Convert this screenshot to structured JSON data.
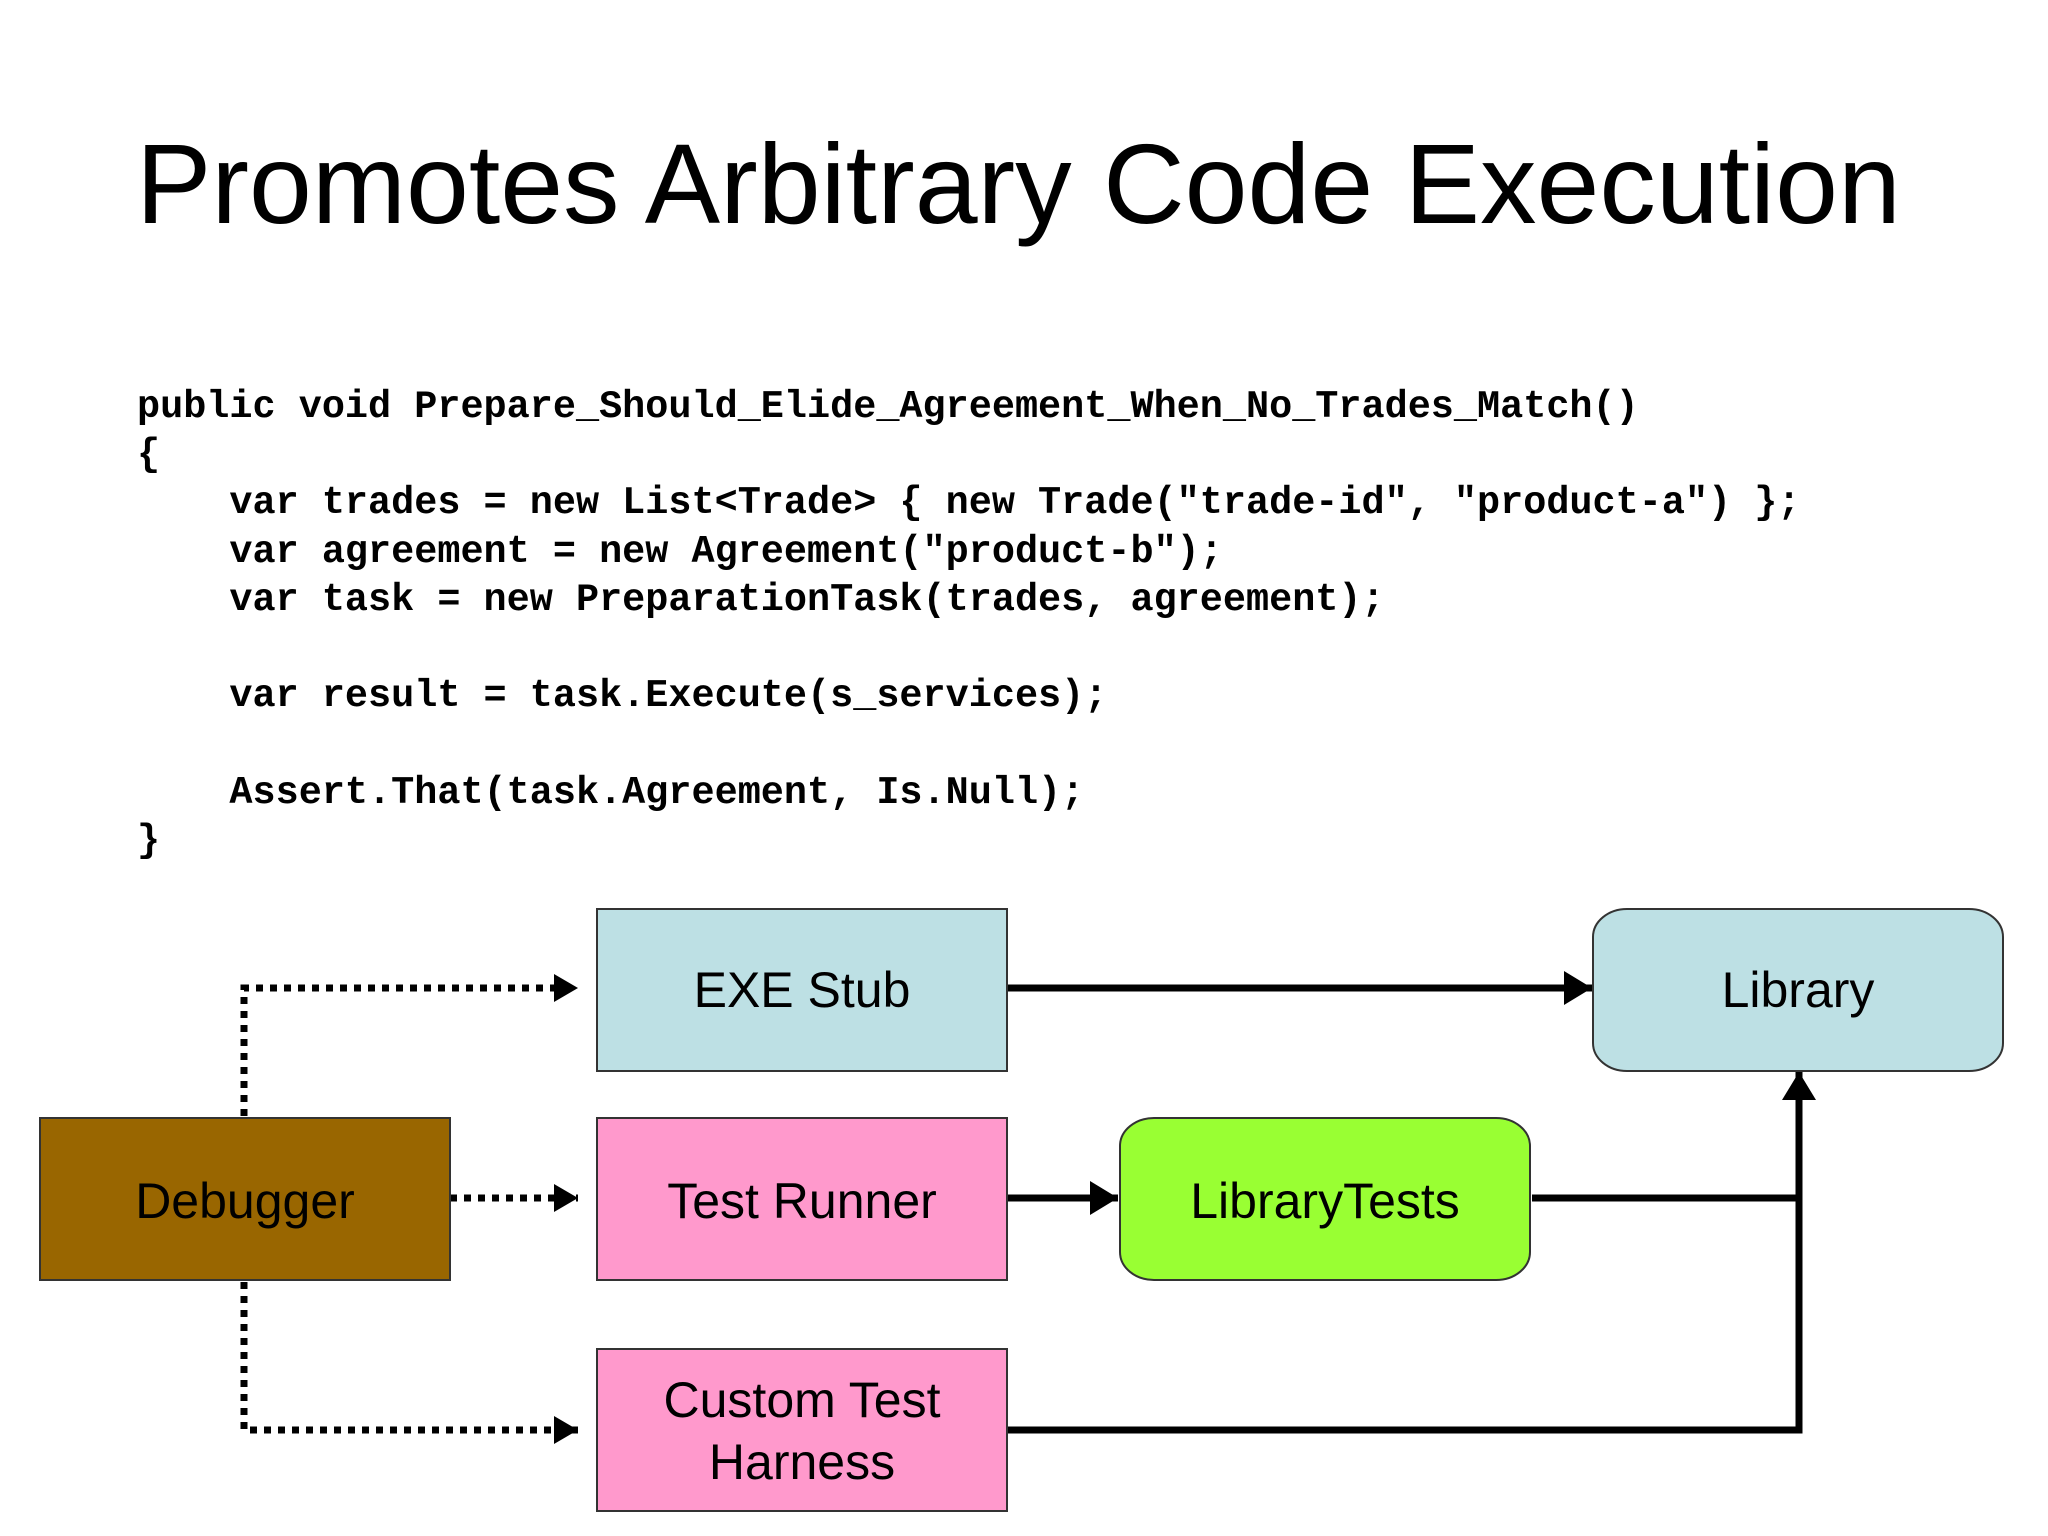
{
  "slide": {
    "title": "Promotes Arbitrary Code Execution"
  },
  "code": {
    "lines": [
      "public void Prepare_Should_Elide_Agreement_When_No_Trades_Match()",
      "{",
      "    var trades = new List<Trade> { new Trade(\"trade-id\", \"product-a\") };",
      "    var agreement = new Agreement(\"product-b\");",
      "    var task = new PreparationTask(trades, agreement);",
      "",
      "    var result = task.Execute(s_services);",
      "",
      "    Assert.That(task.Agreement, Is.Null);",
      "}"
    ]
  },
  "diagram": {
    "nodes": {
      "exe_stub": {
        "label": "EXE Stub",
        "fill": "#bde0e4"
      },
      "library": {
        "label": "Library",
        "fill": "#bde0e4"
      },
      "debugger": {
        "label": "Debugger",
        "fill": "#996600"
      },
      "test_runner": {
        "label": "Test Runner",
        "fill": "#ff99cc"
      },
      "library_tests": {
        "label": "LibraryTests",
        "fill": "#99ff33"
      },
      "custom_harness": {
        "label_line1": "Custom Test",
        "label_line2": "Harness",
        "fill": "#ff99cc"
      }
    },
    "edges": [
      {
        "from": "debugger",
        "to": "exe_stub",
        "style": "dotted"
      },
      {
        "from": "debugger",
        "to": "test_runner",
        "style": "dotted"
      },
      {
        "from": "debugger",
        "to": "custom_harness",
        "style": "dotted"
      },
      {
        "from": "exe_stub",
        "to": "library",
        "style": "solid"
      },
      {
        "from": "test_runner",
        "to": "library_tests",
        "style": "solid"
      },
      {
        "from": "library_tests",
        "to": "library",
        "style": "solid"
      },
      {
        "from": "custom_harness",
        "to": "library",
        "style": "solid"
      }
    ]
  }
}
